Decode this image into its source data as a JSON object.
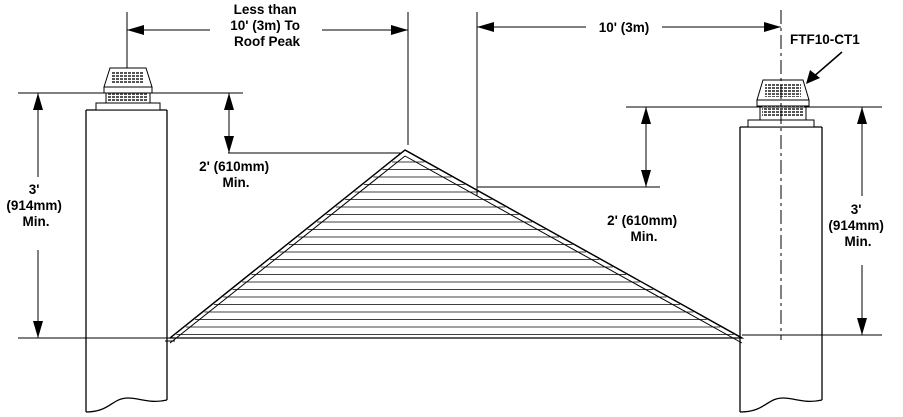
{
  "labels": {
    "left_horizontal": [
      "Less than",
      "10' (3m) To",
      "Roof Peak"
    ],
    "right_horizontal": "10' (3m)",
    "product_callout": "FTF10-CT1",
    "left_vertical_height": [
      "3'",
      "(914mm)",
      "Min."
    ],
    "left_vertical_clearance": [
      "2' (610mm)",
      "Min."
    ],
    "right_vertical_clearance": [
      "2' (610mm)",
      "Min."
    ],
    "right_vertical_height": [
      "3'",
      "(914mm)",
      "Min."
    ]
  },
  "colors": {
    "ink": "#000000",
    "background": "#ffffff",
    "cap_grille": "#555555"
  },
  "icons": {
    "vent_cap": "termination-cap-icon",
    "dimension_arrow": "arrowhead-icon"
  }
}
